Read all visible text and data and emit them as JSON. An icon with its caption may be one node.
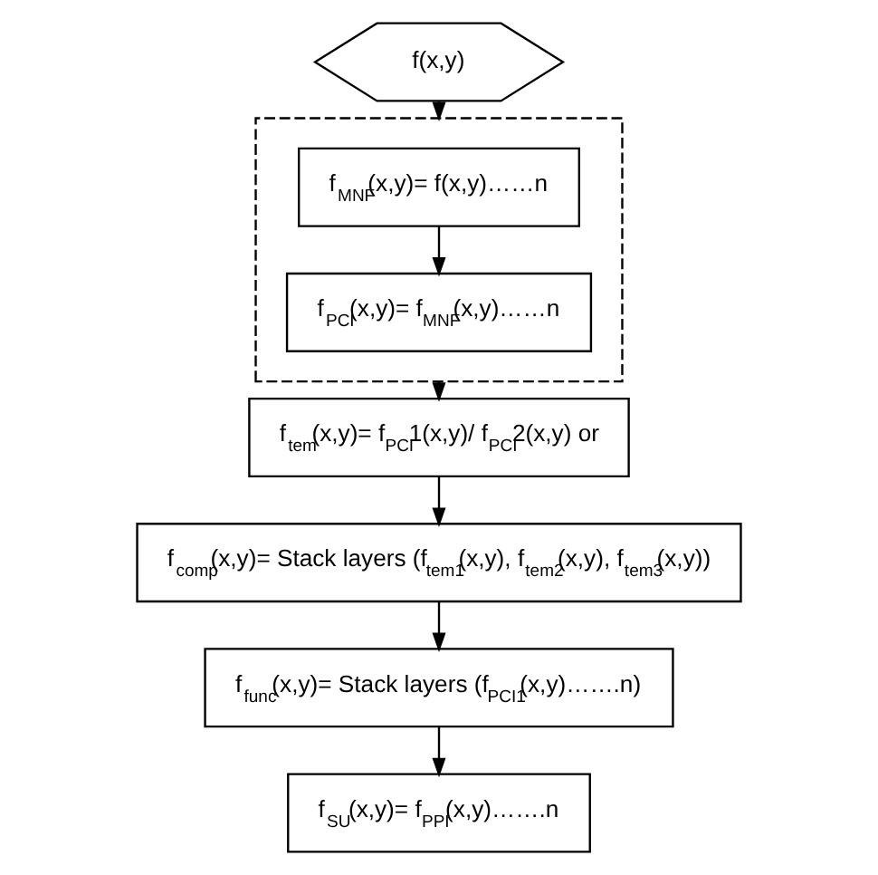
{
  "diagram": {
    "nodes": [
      {
        "text": [
          "f(x,y)"
        ]
      },
      {
        "text": [],
        "shape": "box"
      },
      {
        "text": [
          "f$_{MNF}$(x,y)= f(x,y)……n"
        ],
        "in": 1
      },
      {
        "text": [
          "f$_{PCI}$(x,y)= f$_{MNF}$(x,y)……n"
        ],
        "in": 1
      },
      {
        "text": [
          "f$_{tem}$(x,y)= f$_{PCI}$1(x,y)/ f$_{PCI}$2(x,y) or"
        ]
      },
      {
        "text": [
          "f$_{comp}$(x,y)= Stack layers (f$_{tem1}$(x,y), f$_{tem2}$(x,y), f$_{tem3}$(x,y))"
        ]
      },
      {
        "text": [
          "f$_{func}$(x,y)= Stack layers (f$_{PCI1}$(x,y)…….n)"
        ]
      },
      {
        "text": [
          "f$_{SU}$(x,y)= f$_{PPI}$(x,y)…….n"
        ]
      }
    ],
    "edges": [
      {
        "from": 0,
        "to": 1,
        "arrow": "to"
      },
      {
        "from": 2,
        "to": 3,
        "arrow": "to"
      },
      {
        "from": 1,
        "to": 4,
        "arrow": "to"
      },
      {
        "from": 4,
        "to": 5,
        "arrow": "to"
      },
      {
        "from": 5,
        "to": 6,
        "arrow": "to"
      },
      {
        "from": 6,
        "to": 7,
        "arrow": "to"
      }
    ]
  }
}
